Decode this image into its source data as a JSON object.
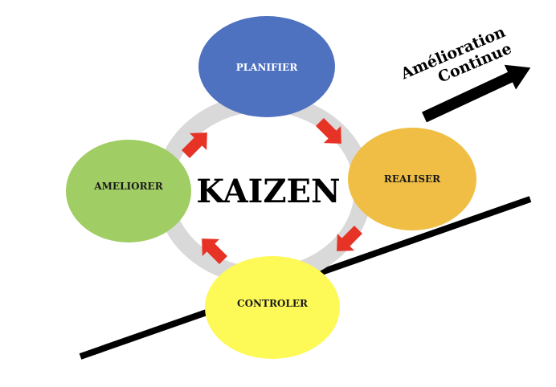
{
  "diagram": {
    "center": {
      "label": "KAIZEN"
    },
    "steps": [
      {
        "id": "planifier",
        "label": "PLANIFIER",
        "color": "#4f72c0",
        "text_color": "#ffffff"
      },
      {
        "id": "realiser",
        "label": "REALISER",
        "color": "#f0be44",
        "text_color": "#1a1a1a"
      },
      {
        "id": "controler",
        "label": "CONTROLER",
        "color": "#fdf957",
        "text_color": "#1a1a1a"
      },
      {
        "id": "ameliorer",
        "label": "AMELIORER",
        "color": "#a0cd64",
        "text_color": "#1a1a1a"
      }
    ],
    "cycle_order": [
      "PLANIFIER",
      "REALISER",
      "CONTROLER",
      "AMELIORER"
    ],
    "ring_color": "#d9d9d9",
    "arrow_color": "#e63326",
    "trend": {
      "line1": "Amélioration",
      "line2": "Continue",
      "color": "#000000"
    }
  }
}
